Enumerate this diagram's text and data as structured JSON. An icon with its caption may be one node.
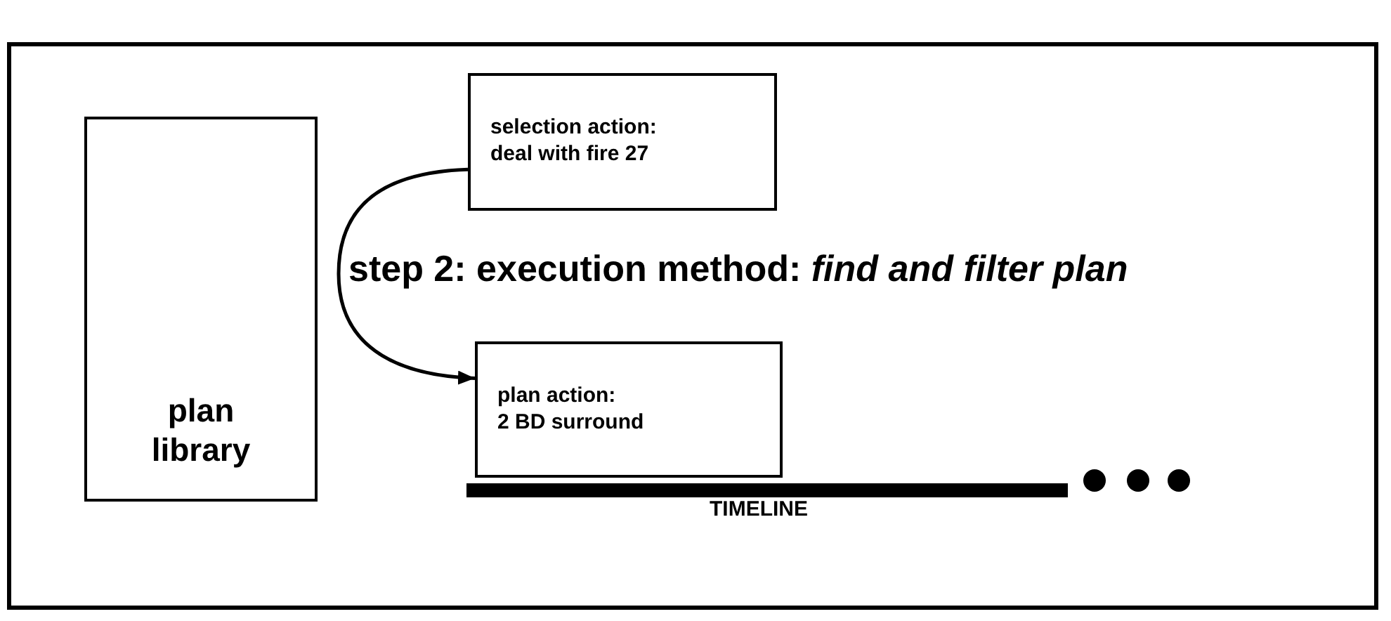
{
  "diagram": {
    "nodes": [
      {
        "text": [
          "plan library"
        ]
      },
      {
        "text": [
          "selection action:",
          "deal with fire 27"
        ]
      },
      {
        "text": [
          "plan action:",
          "2 BD surround"
        ]
      }
    ],
    "edges": [
      {
        "from": 1,
        "to": 2,
        "arrow": "to"
      }
    ],
    "labels": [
      "step 2: execution method: *find and filter plan*",
      "TIMELINE"
    ]
  }
}
